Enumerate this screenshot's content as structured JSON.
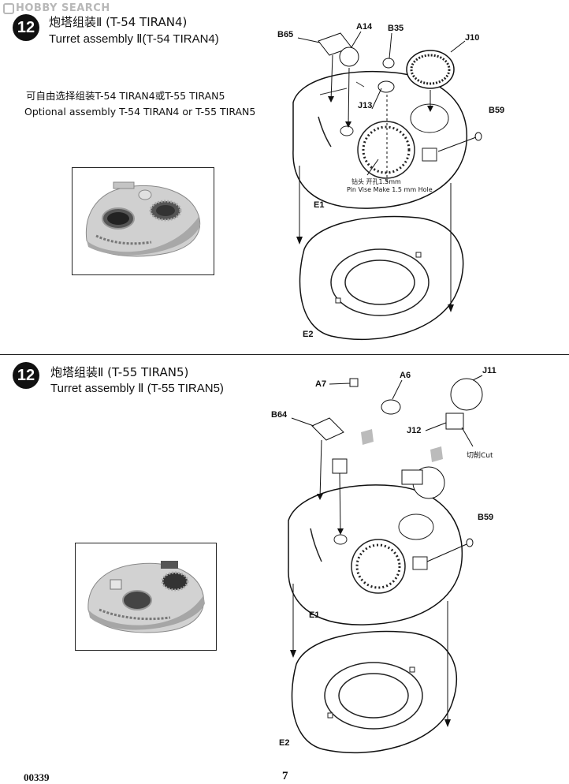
{
  "watermark": {
    "text": "HOBBY SEARCH"
  },
  "steps": [
    {
      "number": "12",
      "title_cn": "炮塔组装Ⅱ  (T-54 TIRAN4)",
      "title_en": "Turret assembly Ⅱ(T-54 TIRAN4)",
      "note_cn": "可自由选择组装T-54 TIRAN4或T-55 TIRAN5",
      "note_en": "Optional assembly T-54 TIRAN4 or T-55 TIRAN5",
      "parts": {
        "B65": "B65",
        "A14": "A14",
        "B35": "B35",
        "J10": "J10",
        "J13": "J13",
        "B59": "B59",
        "E1": "E1",
        "E2": "E2"
      },
      "drill_cn": "钻头      开孔1.5mm",
      "drill_en": "Pin Vise Make 1.5 mm Hole"
    },
    {
      "number": "12",
      "title_cn": "炮塔组装Ⅱ  (T-55 TIRAN5)",
      "title_en": "Turret assembly Ⅱ  (T-55 TIRAN5)",
      "parts": {
        "A7": "A7",
        "A6": "A6",
        "J11": "J11",
        "B64": "B64",
        "J12": "J12",
        "B59": "B59",
        "E1": "E1",
        "E2": "E2"
      },
      "cut_label": "切削Cut"
    }
  ],
  "footer": {
    "code": "00339",
    "page": "7"
  }
}
